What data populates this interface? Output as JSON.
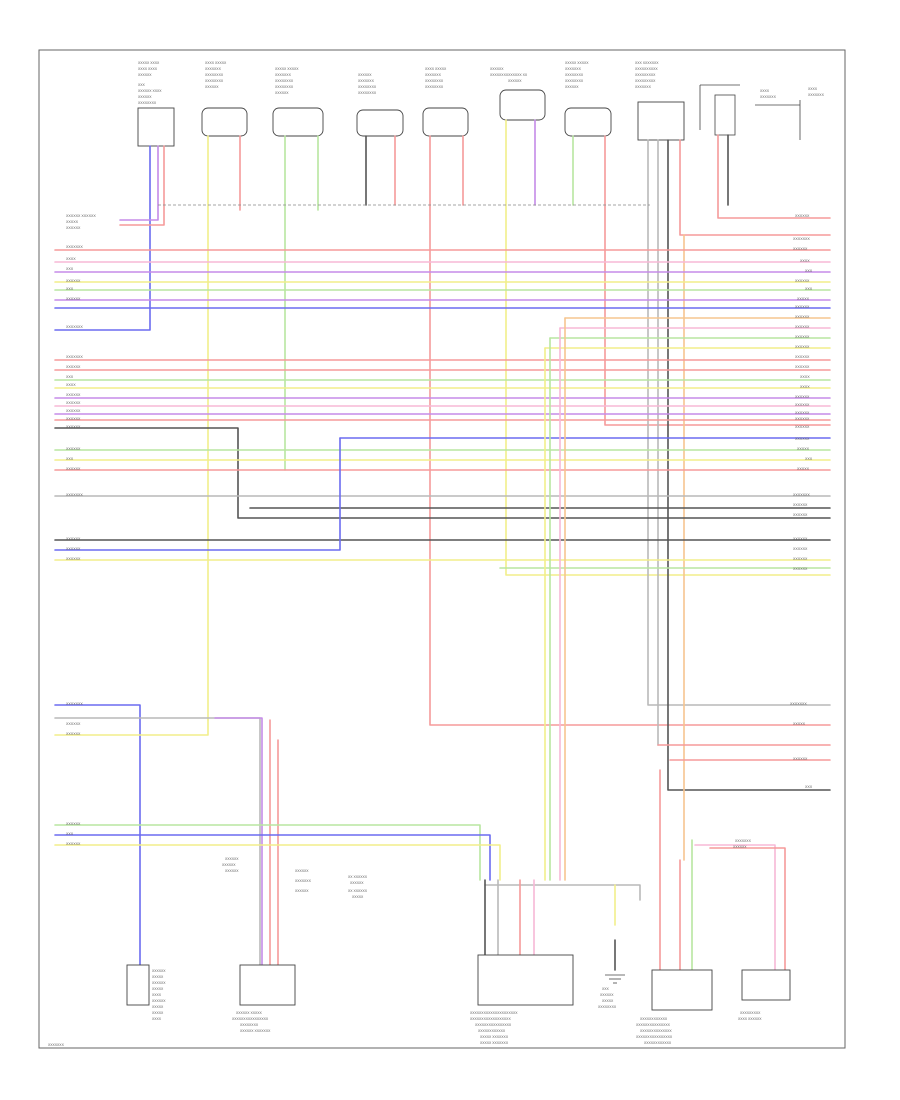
{
  "diagram": {
    "note": "Wiring diagram – wire labels and component labels are too small to read in the source image; rendered as illegible text marks.",
    "component_count_top": 9,
    "component_count_bottom": 6,
    "page_ref": "",
    "colors": {
      "red": "#f59a9a",
      "pink": "#f7b8d6",
      "yellow": "#f2ee8a",
      "green": "#b8e6a0",
      "blue": "#6b6cf0",
      "violet": "#c58be8",
      "orange": "#f6c58f",
      "gray": "#b9b9b9",
      "black": "#555555",
      "tan": "#d9c9a0"
    }
  }
}
